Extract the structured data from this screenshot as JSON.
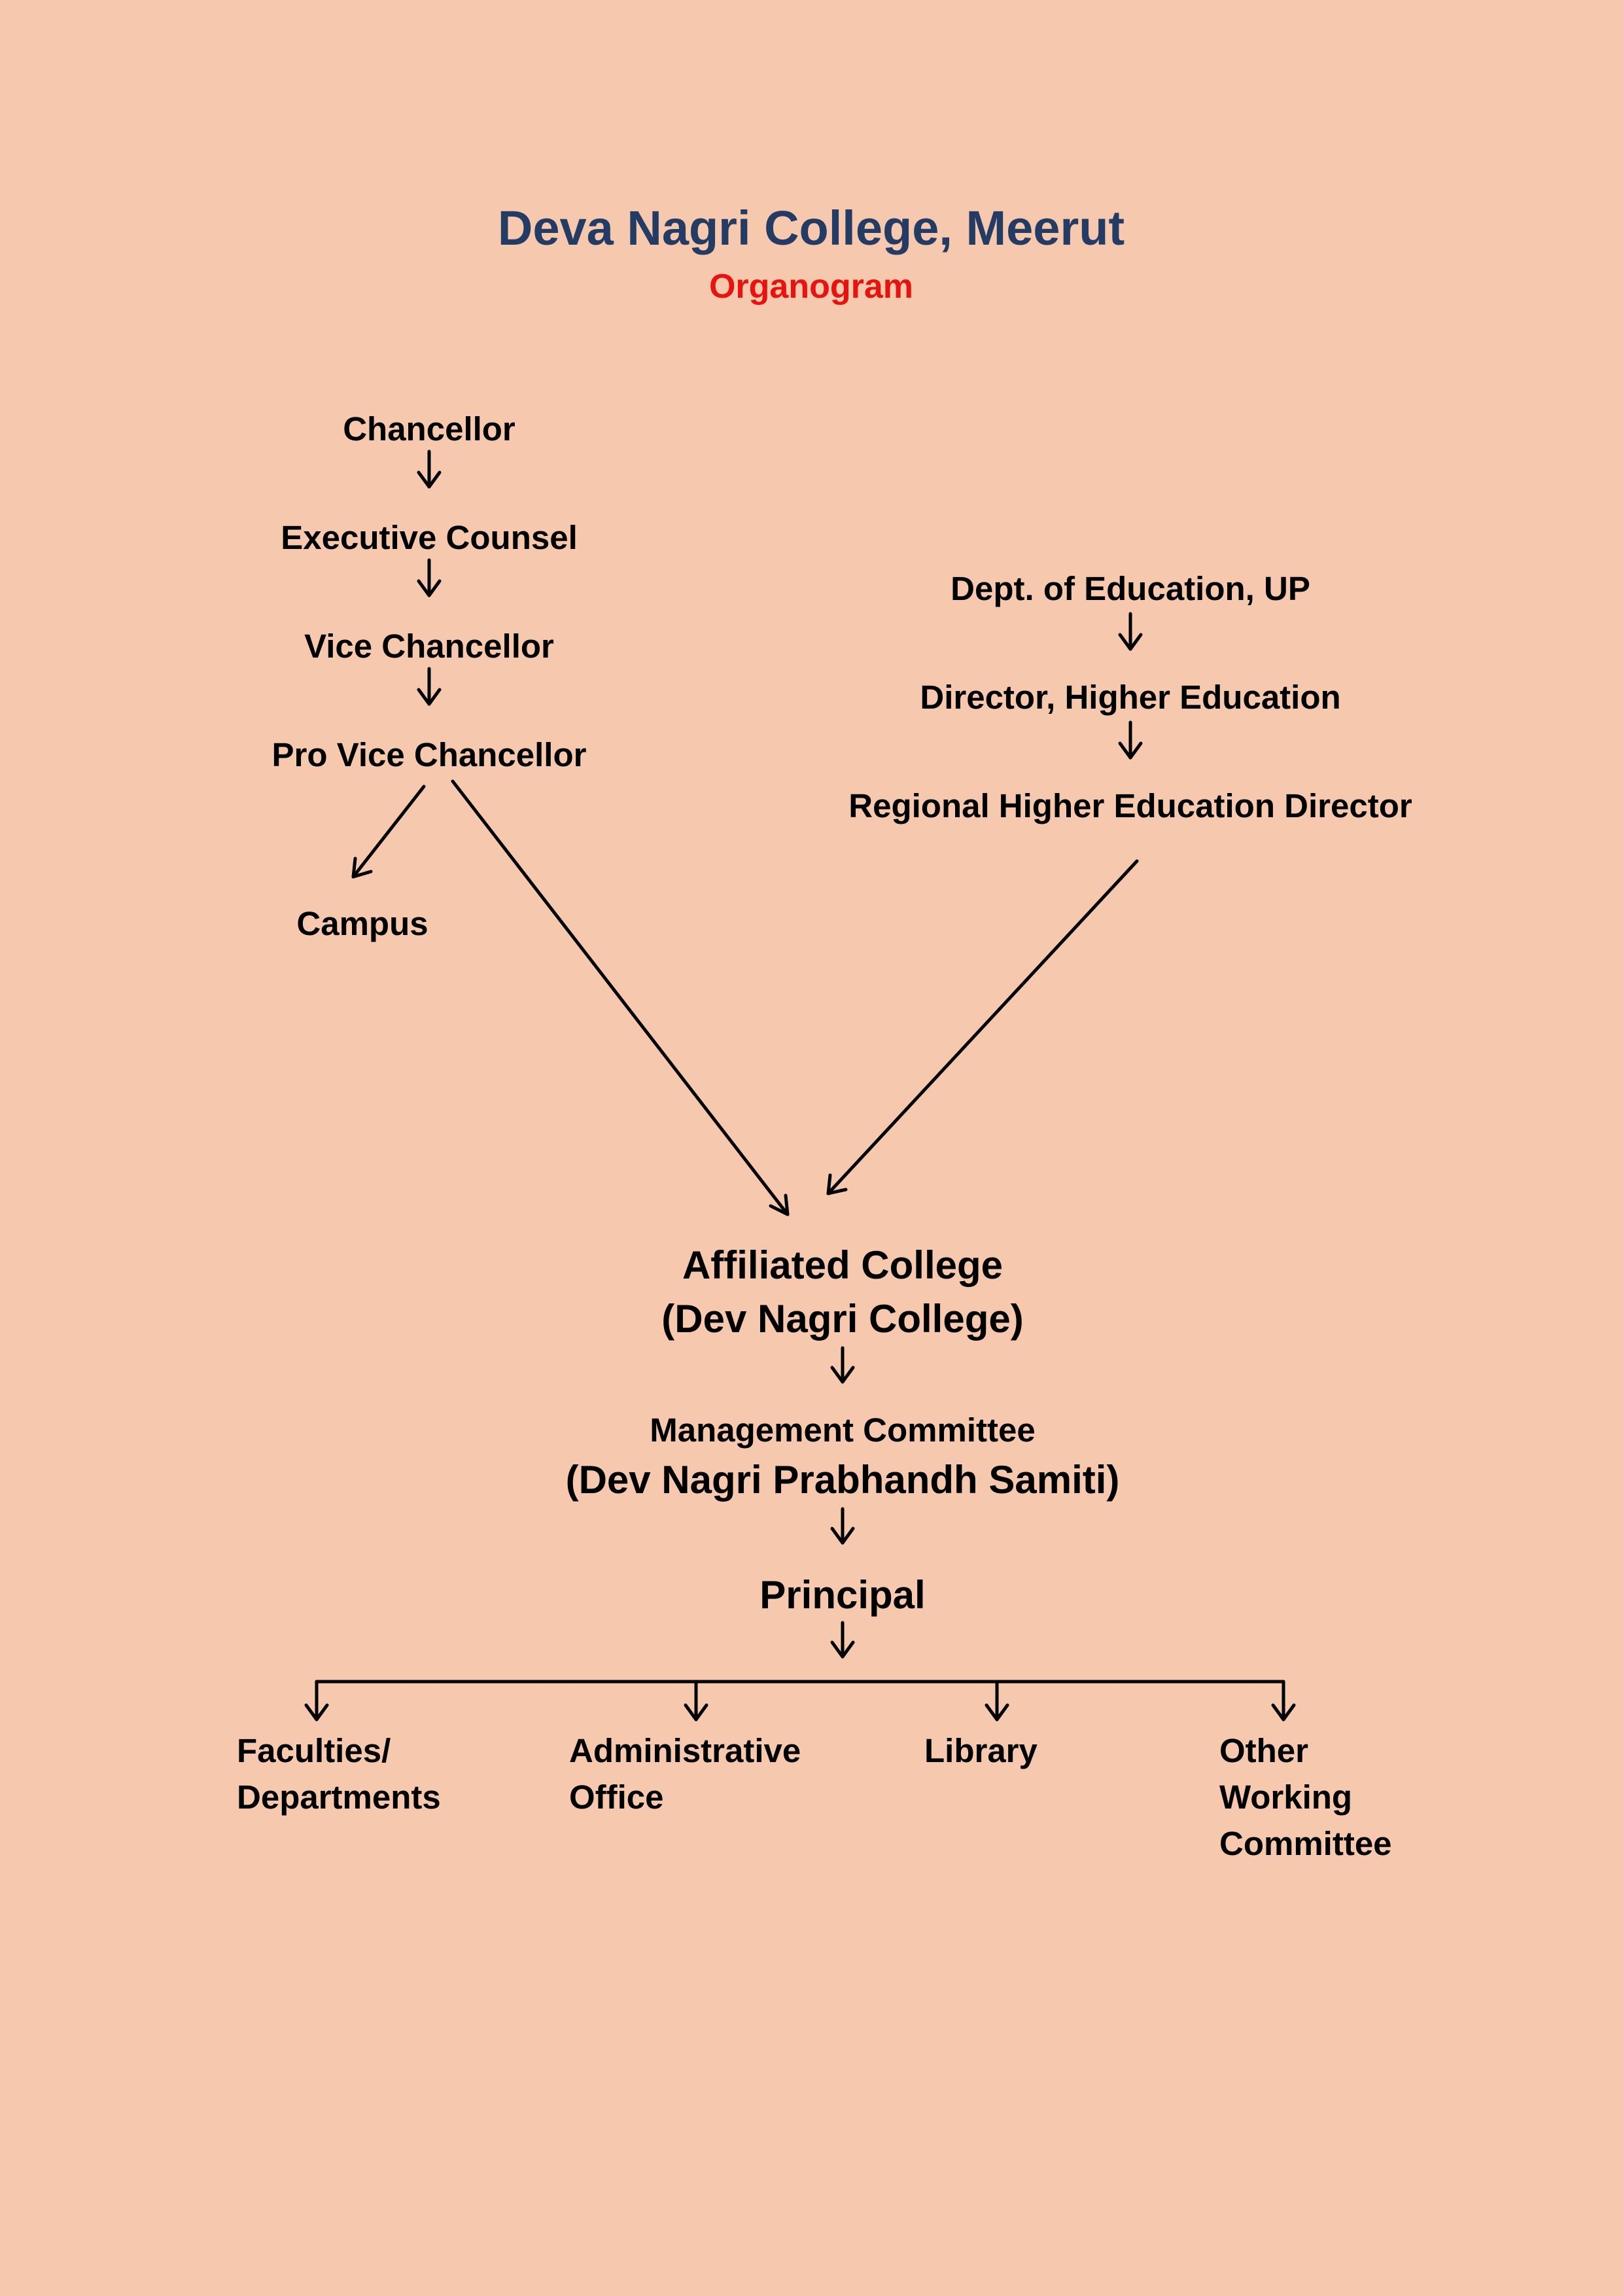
{
  "header": {
    "title": "Deva Nagri College, Meerut",
    "subtitle": "Organogram"
  },
  "university_chain": {
    "chancellor": "Chancellor",
    "executive_counsel": "Executive Counsel",
    "vice_chancellor": "Vice Chancellor",
    "pro_vice_chancellor": "Pro Vice Chancellor",
    "campus": "Campus"
  },
  "government_chain": {
    "dept_education": "Dept. of Education, UP",
    "director_higher_education": "Director, Higher Education",
    "regional_director": "Regional Higher Education Director"
  },
  "college": {
    "affiliated_line1": "Affiliated College",
    "affiliated_line2": "(Dev Nagri College)",
    "management_line1": "Management Committee",
    "management_line2": "(Dev Nagri Prabhandh Samiti)",
    "principal": "Principal"
  },
  "units": {
    "faculties_line1": "Faculties/",
    "faculties_line2": "Departments",
    "admin_line1": "Administrative",
    "admin_line2": "Office",
    "library": "Library",
    "other_line1": "Other",
    "other_line2": "Working",
    "other_line3": "Committee"
  }
}
